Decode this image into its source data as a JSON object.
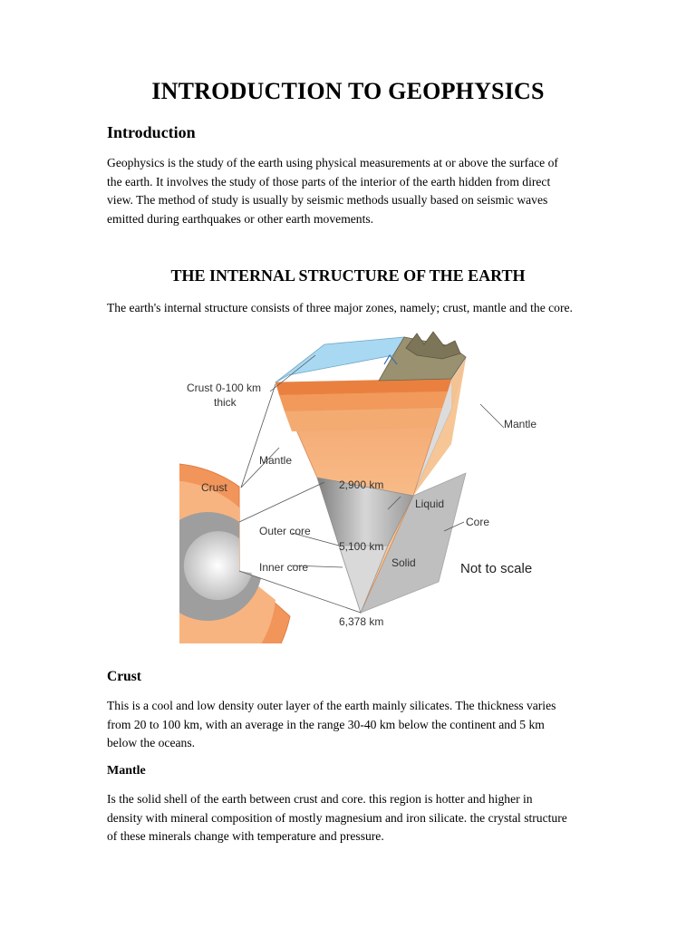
{
  "document": {
    "title": "INTRODUCTION TO GEOPHYSICS",
    "intro_heading": "Introduction",
    "intro_lines": [
      "Geophysics is the study of the earth using physical measurements at or above the surface of",
      "the earth. It involves the study of those parts of the interior of the earth hidden from direct",
      "view. The method of study is usually by seismic methods usually based on seismic waves",
      "emitted during earthquakes or other earth movements."
    ],
    "structure_heading": "THE INTERNAL STRUCTURE OF THE EARTH",
    "structure_text": "The earth's internal structure consists of three major zones, namely; crust, mantle and the core.",
    "crust_heading": "Crust",
    "crust_lines": [
      "This is a cool and low density outer layer of the earth mainly silicates. The thickness varies",
      "from 20 to 100 km, with an average in the range 30-40 km below the continent and 5 km",
      "below the oceans."
    ],
    "mantle_heading": "Mantle",
    "mantle_lines": [
      "Is the solid shell of the earth between crust and core. this region is hotter and higher in",
      "density with mineral composition of mostly magnesium and iron silicate. the crystal structure",
      "of these minerals change with temperature and pressure."
    ]
  },
  "diagram": {
    "labels": {
      "crust_thickness_line1": "Crust 0-100 km",
      "crust_thickness_line2": "thick",
      "mantle_left": "Mantle",
      "crust": "Crust",
      "outer_core": "Outer core",
      "inner_core": "Inner core",
      "depth_2900": "2,900 km",
      "depth_5100": "5,100 km",
      "depth_6378": "6,378 km",
      "liquid": "Liquid",
      "solid": "Solid",
      "mantle_right": "Mantle",
      "core": "Core",
      "not_to_scale": "Not to scale"
    },
    "colors": {
      "crust_orange": "#f2955a",
      "mantle_light": "#f8c99a",
      "mantle_mid": "#f5b07a",
      "outer_core_gray": "#9c9c9c",
      "inner_core_light": "#e6e6e6",
      "ocean_blue": "#a9d8f2",
      "land_brown": "#8c8466"
    }
  }
}
